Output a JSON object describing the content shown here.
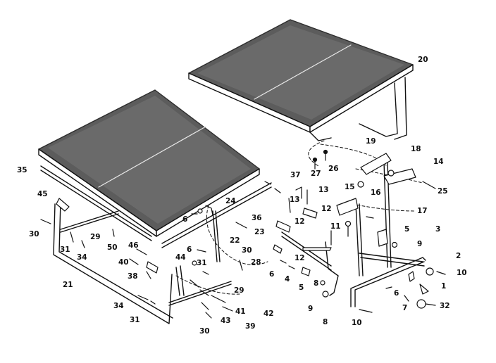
{
  "callouts": [
    {
      "id": "20",
      "label": "20"
    },
    {
      "id": "35",
      "label": "35"
    },
    {
      "id": "19",
      "label": "19"
    },
    {
      "id": "18",
      "label": "18"
    },
    {
      "id": "14",
      "label": "14"
    },
    {
      "id": "25",
      "label": "25"
    },
    {
      "id": "27",
      "label": "27"
    },
    {
      "id": "26",
      "label": "26"
    },
    {
      "id": "37",
      "label": "37"
    },
    {
      "id": "45",
      "label": "45"
    },
    {
      "id": "13a",
      "label": "13"
    },
    {
      "id": "13b",
      "label": "13"
    },
    {
      "id": "15",
      "label": "15"
    },
    {
      "id": "16",
      "label": "16"
    },
    {
      "id": "17",
      "label": "17"
    },
    {
      "id": "24",
      "label": "24"
    },
    {
      "id": "6a",
      "label": "6"
    },
    {
      "id": "36",
      "label": "36"
    },
    {
      "id": "12a",
      "label": "12"
    },
    {
      "id": "12b",
      "label": "12"
    },
    {
      "id": "12c",
      "label": "12"
    },
    {
      "id": "11",
      "label": "11"
    },
    {
      "id": "5a",
      "label": "5"
    },
    {
      "id": "3",
      "label": "3"
    },
    {
      "id": "30a",
      "label": "30"
    },
    {
      "id": "29a",
      "label": "29"
    },
    {
      "id": "23",
      "label": "23"
    },
    {
      "id": "22",
      "label": "22"
    },
    {
      "id": "31a",
      "label": "31"
    },
    {
      "id": "50",
      "label": "50"
    },
    {
      "id": "34a",
      "label": "34"
    },
    {
      "id": "46",
      "label": "46"
    },
    {
      "id": "6b",
      "label": "6"
    },
    {
      "id": "30b",
      "label": "30"
    },
    {
      "id": "9a",
      "label": "9"
    },
    {
      "id": "2",
      "label": "2"
    },
    {
      "id": "40",
      "label": "40"
    },
    {
      "id": "44",
      "label": "44"
    },
    {
      "id": "28",
      "label": "28"
    },
    {
      "id": "6c",
      "label": "6"
    },
    {
      "id": "10a",
      "label": "10"
    },
    {
      "id": "31b",
      "label": "31"
    },
    {
      "id": "4",
      "label": "4"
    },
    {
      "id": "38",
      "label": "38"
    },
    {
      "id": "21",
      "label": "21"
    },
    {
      "id": "29b",
      "label": "29"
    },
    {
      "id": "5b",
      "label": "5"
    },
    {
      "id": "8a",
      "label": "8"
    },
    {
      "id": "1",
      "label": "1"
    },
    {
      "id": "6d",
      "label": "6"
    },
    {
      "id": "34b",
      "label": "34"
    },
    {
      "id": "41",
      "label": "41"
    },
    {
      "id": "42",
      "label": "42"
    },
    {
      "id": "9b",
      "label": "9"
    },
    {
      "id": "7",
      "label": "7"
    },
    {
      "id": "32",
      "label": "32"
    },
    {
      "id": "31c",
      "label": "31"
    },
    {
      "id": "43",
      "label": "43"
    },
    {
      "id": "39",
      "label": "39"
    },
    {
      "id": "8b",
      "label": "8"
    },
    {
      "id": "10b",
      "label": "10"
    },
    {
      "id": "30c",
      "label": "30"
    }
  ],
  "colors": {
    "ink": "#111111",
    "paper": "#ffffff",
    "panel": "#5c5c5c",
    "panel_edge": "#2e2e2e"
  }
}
